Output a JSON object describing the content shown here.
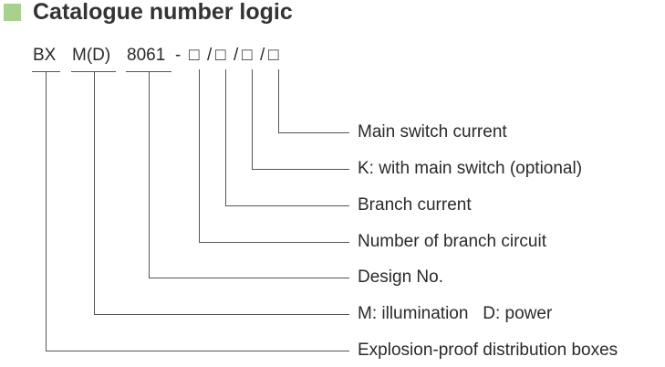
{
  "title": "Catalogue number logic",
  "code": {
    "series": "BX",
    "type": "M(D)",
    "design": "8061",
    "dash": "-",
    "box1": "□",
    "sep1": "/",
    "box2": "□",
    "sep2": "/",
    "box3": "□",
    "sep3": "/",
    "box4": "□"
  },
  "labels": [
    "Main switch current",
    "K: with main switch (optional)",
    "Branch current",
    "Number of branch circuit",
    "Design No.",
    "M: illumination   D: power",
    "Explosion-proof distribution boxes"
  ],
  "colors": {
    "marker": "#a9d18e",
    "line": "#555555",
    "text": "#2a2a2a"
  }
}
